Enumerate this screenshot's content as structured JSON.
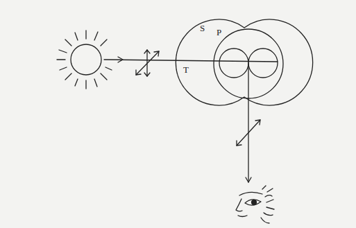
{
  "diagram": {
    "labels": [
      "S",
      "P",
      "T"
    ]
  }
}
